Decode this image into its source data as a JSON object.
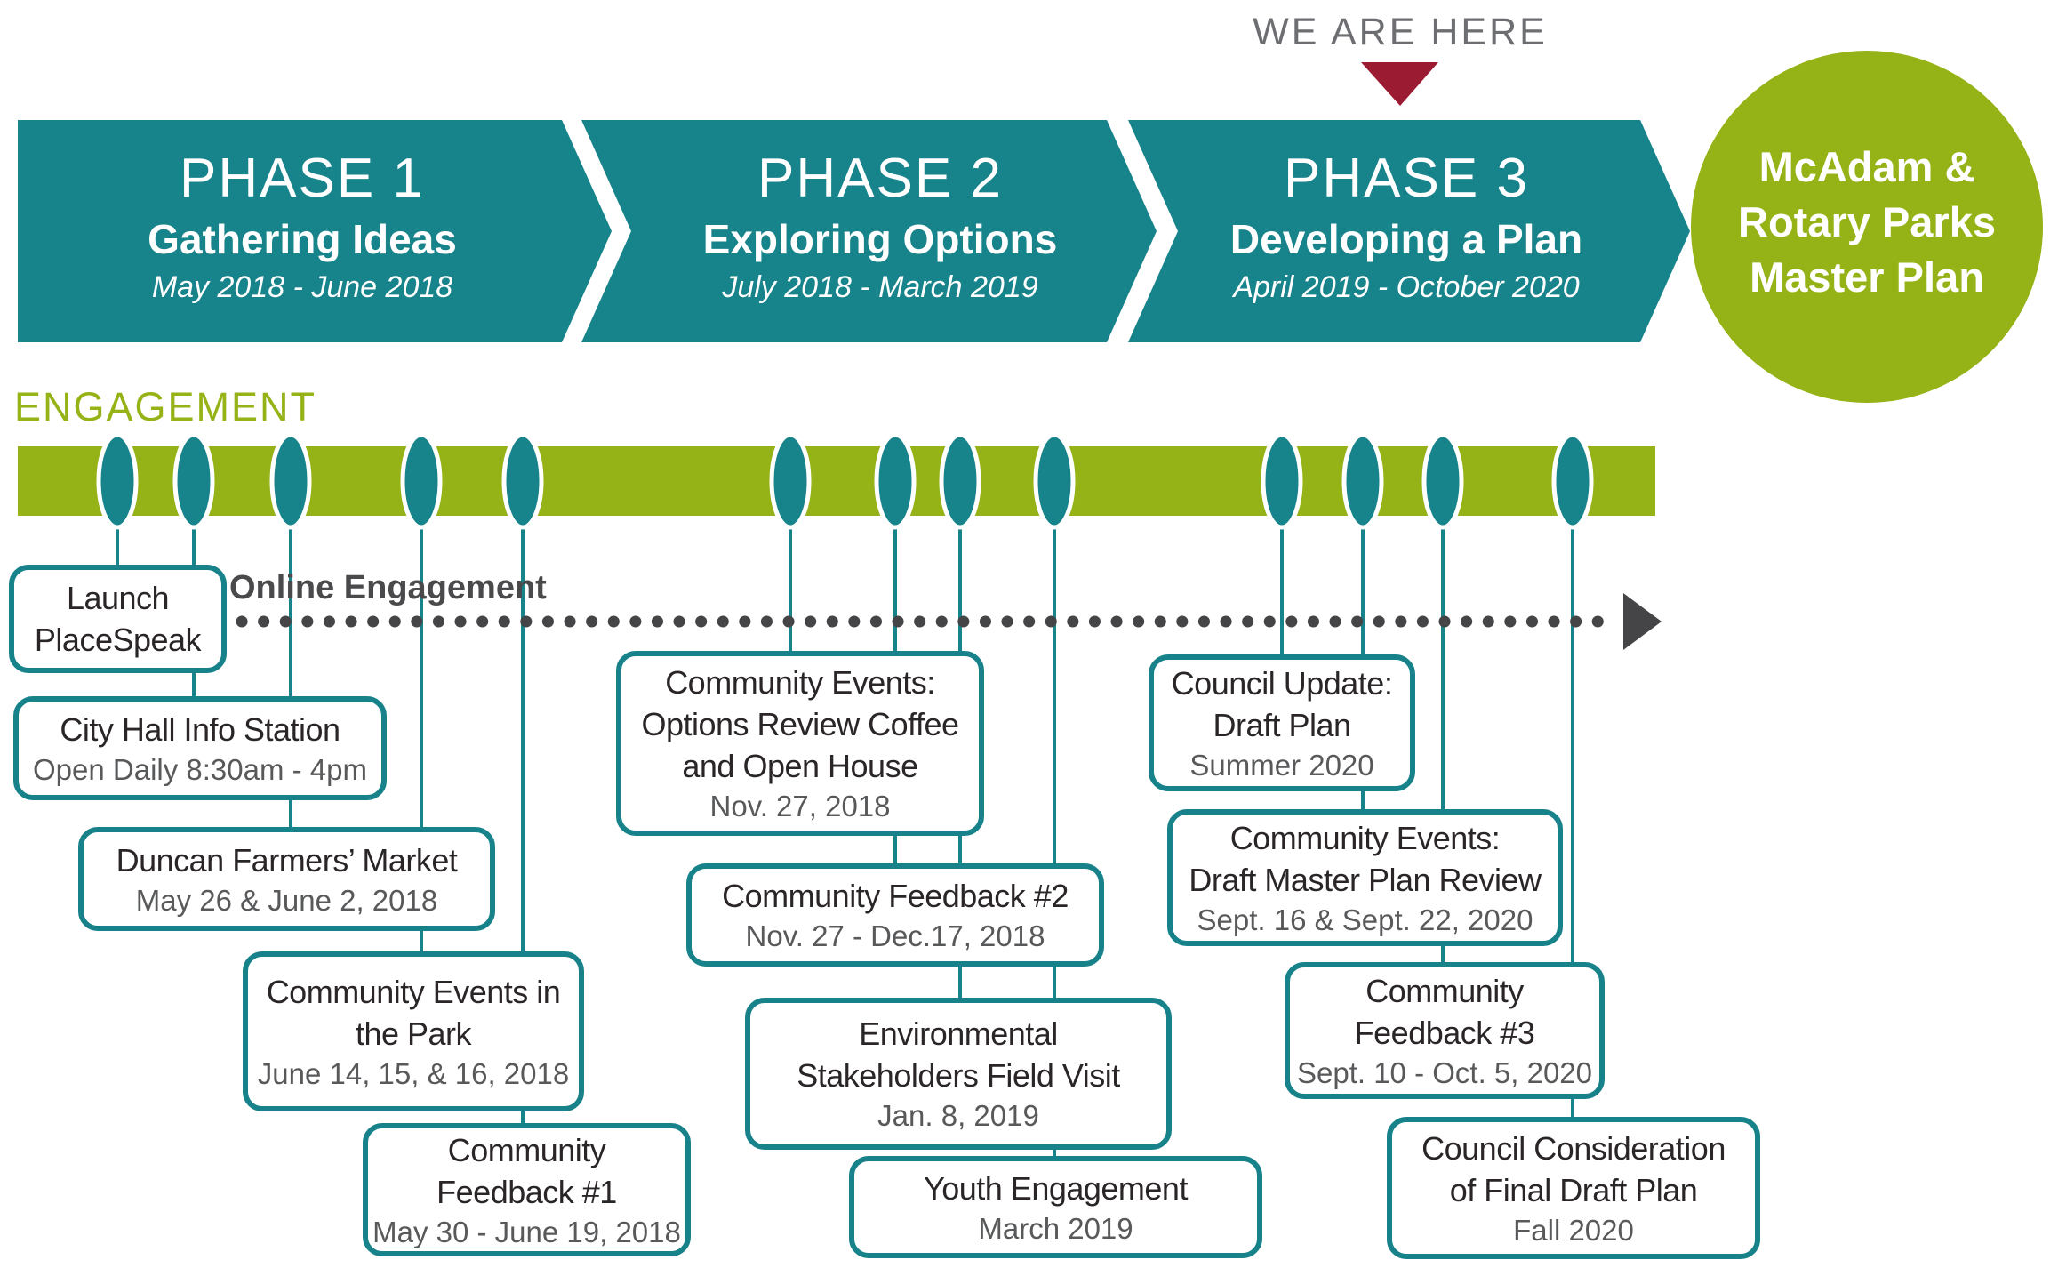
{
  "banner": {
    "we_are_here": "WE ARE HERE"
  },
  "phases": [
    {
      "name": "PHASE 1",
      "subtitle": "Gathering Ideas",
      "dates": "May 2018 - June 2018"
    },
    {
      "name": "PHASE 2",
      "subtitle": "Exploring Options",
      "dates": "July 2018 - March 2019"
    },
    {
      "name": "PHASE 3",
      "subtitle": "Developing a Plan",
      "dates": "April 2019 - October 2020"
    }
  ],
  "plan_bubble": {
    "lines": [
      "McAdam &",
      "Rotary Parks",
      "Master Plan"
    ]
  },
  "engagement": {
    "label": "ENGAGEMENT",
    "online_label": "Online Engagement"
  },
  "events": [
    {
      "title_lines": [
        "Launch",
        "PlaceSpeak"
      ],
      "date": ""
    },
    {
      "title_lines": [
        "City Hall Info Station"
      ],
      "date": "Open Daily 8:30am - 4pm"
    },
    {
      "title_lines": [
        "Duncan Farmers’ Market"
      ],
      "date": "May 26 & June 2, 2018"
    },
    {
      "title_lines": [
        "Community Events in",
        "the Park"
      ],
      "date": "June 14, 15, & 16, 2018"
    },
    {
      "title_lines": [
        "Community",
        "Feedback #1"
      ],
      "date": "May 30 - June 19, 2018"
    },
    {
      "title_lines": [
        "Community Events:",
        "Options Review Coffee",
        "and Open House"
      ],
      "date": "Nov. 27, 2018"
    },
    {
      "title_lines": [
        "Community Feedback #2"
      ],
      "date": "Nov. 27 - Dec.17, 2018"
    },
    {
      "title_lines": [
        "Environmental",
        "Stakeholders Field Visit"
      ],
      "date": "Jan. 8, 2019"
    },
    {
      "title_lines": [
        "Youth Engagement"
      ],
      "date": "March 2019"
    },
    {
      "title_lines": [
        "Council Update:",
        "Draft Plan"
      ],
      "date": "Summer 2020"
    },
    {
      "title_lines": [
        "Community Events:",
        "Draft Master Plan Review"
      ],
      "date": "Sept. 16 & Sept. 22, 2020"
    },
    {
      "title_lines": [
        "Community",
        "Feedback #3"
      ],
      "date": "Sept. 10 - Oct. 5, 2020"
    },
    {
      "title_lines": [
        "Council Consideration",
        "of Final Draft Plan"
      ],
      "date": "Fall 2020"
    }
  ],
  "colors": {
    "teal": "#17838A",
    "green": "#95B216",
    "maroon": "#9B1B32",
    "gray": "#6D6E71",
    "dot_gray": "#454547",
    "title_text": "#2A2526",
    "subtitle_text": "#58595B"
  }
}
